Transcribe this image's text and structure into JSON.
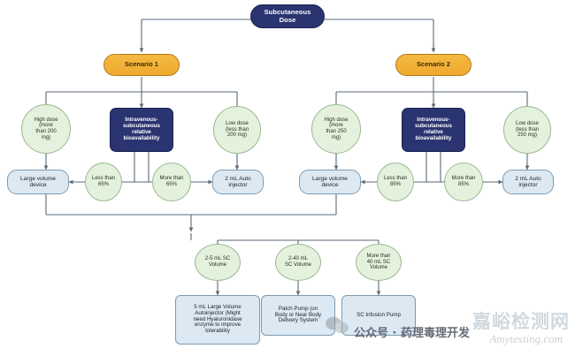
{
  "diagram": {
    "title": "Subcutaneous dose delivery device decision flowchart",
    "root": {
      "label": "Subcutaneous\nDose"
    },
    "scenarios": [
      {
        "label": "Scenario 1"
      },
      {
        "label": "Scenario 2"
      }
    ],
    "scenario1": {
      "high_dose": "High dose\n(more\nthan 200\nmg)",
      "bioavailability": "Intravenous-\nsubcutaneous\nrelative\nbioavailability",
      "low_dose": "Low dose\n(less than\n200 mg)",
      "large_volume_device": "Large volume\ndevice",
      "less_than": "Less than\n65%",
      "more_than": "More than\n65%",
      "auto_injector": "2 mL Auto\ninjector"
    },
    "scenario2": {
      "high_dose": "High dose\n(more\nthan 250\nmg)",
      "bioavailability": "Intravenous-\nsubcutaneous\nrelative\nbioavailability",
      "low_dose": "Low dose\n(less than\n250 mg)",
      "large_volume_device": "Large volume\ndevice",
      "less_than": "Less than\n85%",
      "more_than": "More than\n85%",
      "auto_injector": "2 mL Auto\ninjector"
    },
    "volume_branches": [
      {
        "volume": "2-5 mL SC\nVolume",
        "device": "5 mL Large Volume\nAutoinjector (Might\nneed Hyaluronidase\nenzyme to improve\ntolerability"
      },
      {
        "volume": "2-40 mL\nSC Volume",
        "device": "Patch Pump (on\nBody or Near Body\nDelivery System"
      },
      {
        "volume": "More than\n40 mL SC\nVolume",
        "device": "SC Infusion Pump"
      }
    ]
  },
  "watermark": {
    "brand": "嘉峪检测网",
    "site": "Amytesting.com",
    "wechat": "公众号 · 药理毒理开发"
  },
  "colors": {
    "root_fill": "#2a3470",
    "scenario_fill": "#efa92f",
    "circle_fill": "#e4f2dd",
    "device_fill": "#dce9f3",
    "connector": "#5a6a78"
  }
}
